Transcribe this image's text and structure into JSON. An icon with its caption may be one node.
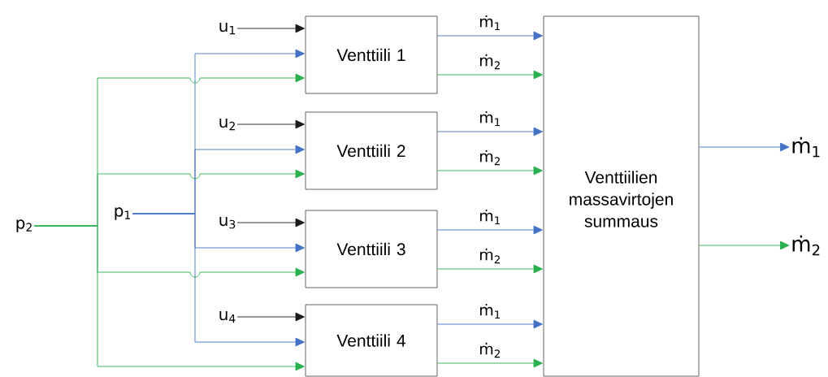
{
  "diagram": {
    "nodes": [
      {
        "text": [
          "Venttiili 1"
        ]
      },
      {
        "text": [
          "Venttiili 2"
        ]
      },
      {
        "text": [
          "Venttiili 3"
        ]
      },
      {
        "text": [
          "Venttiili 4"
        ]
      },
      {
        "text": [
          "Venttiilien massavirtojen summaus"
        ]
      },
      {
        "text": [
          "u$_{1}$"
        ]
      },
      {
        "text": [
          "u$_{2}$"
        ]
      },
      {
        "text": [
          "u$_{3}$"
        ]
      },
      {
        "text": [
          "u$_{4}$"
        ]
      },
      {
        "text": [
          "p$_{1}$"
        ]
      },
      {
        "text": [
          "p$_{2}$"
        ]
      },
      {
        "text": [
          "ṁ$_{1}$"
        ]
      },
      {
        "text": [
          "ṁ$_{2}$"
        ]
      }
    ],
    "edges": [
      {
        "from": 5,
        "to": 0,
        "arrow": "to",
        "color": "#1a1a1a"
      },
      {
        "from": 6,
        "to": 1,
        "arrow": "to",
        "color": "#1a1a1a"
      },
      {
        "from": 7,
        "to": 2,
        "arrow": "to",
        "color": "#1a1a1a"
      },
      {
        "from": 8,
        "to": 3,
        "arrow": "to",
        "color": "#1a1a1a"
      },
      {
        "from": 9,
        "to": 0,
        "arrow": "to",
        "color": "#4472c4"
      },
      {
        "from": 9,
        "to": 1,
        "arrow": "to",
        "color": "#4472c4"
      },
      {
        "from": 9,
        "to": 2,
        "arrow": "to",
        "color": "#4472c4"
      },
      {
        "from": 9,
        "to": 3,
        "arrow": "to",
        "color": "#4472c4"
      },
      {
        "from": 10,
        "to": 0,
        "arrow": "to",
        "color": "#2bb04f"
      },
      {
        "from": 10,
        "to": 1,
        "arrow": "to",
        "color": "#2bb04f"
      },
      {
        "from": 10,
        "to": 2,
        "arrow": "to",
        "color": "#2bb04f"
      },
      {
        "from": 10,
        "to": 3,
        "arrow": "to",
        "color": "#2bb04f"
      },
      {
        "from": 0,
        "to": 4,
        "arrow": "to",
        "color": "#4472c4",
        "label": "ṁ$_{1}$"
      },
      {
        "from": 0,
        "to": 4,
        "arrow": "to",
        "color": "#2bb04f",
        "label": "ṁ$_{2}$"
      },
      {
        "from": 1,
        "to": 4,
        "arrow": "to",
        "color": "#4472c4",
        "label": "ṁ$_{1}$"
      },
      {
        "from": 1,
        "to": 4,
        "arrow": "to",
        "color": "#2bb04f",
        "label": "ṁ$_{2}$"
      },
      {
        "from": 2,
        "to": 4,
        "arrow": "to",
        "color": "#4472c4",
        "label": "ṁ$_{1}$"
      },
      {
        "from": 2,
        "to": 4,
        "arrow": "to",
        "color": "#2bb04f",
        "label": "ṁ$_{2}$"
      },
      {
        "from": 3,
        "to": 4,
        "arrow": "to",
        "color": "#4472c4",
        "label": "ṁ$_{1}$"
      },
      {
        "from": 3,
        "to": 4,
        "arrow": "to",
        "color": "#2bb04f",
        "label": "ṁ$_{2}$"
      },
      {
        "from": 4,
        "to": 11,
        "arrow": "to",
        "color": "#4472c4"
      },
      {
        "from": 4,
        "to": 12,
        "arrow": "to",
        "color": "#2bb04f"
      }
    ]
  }
}
